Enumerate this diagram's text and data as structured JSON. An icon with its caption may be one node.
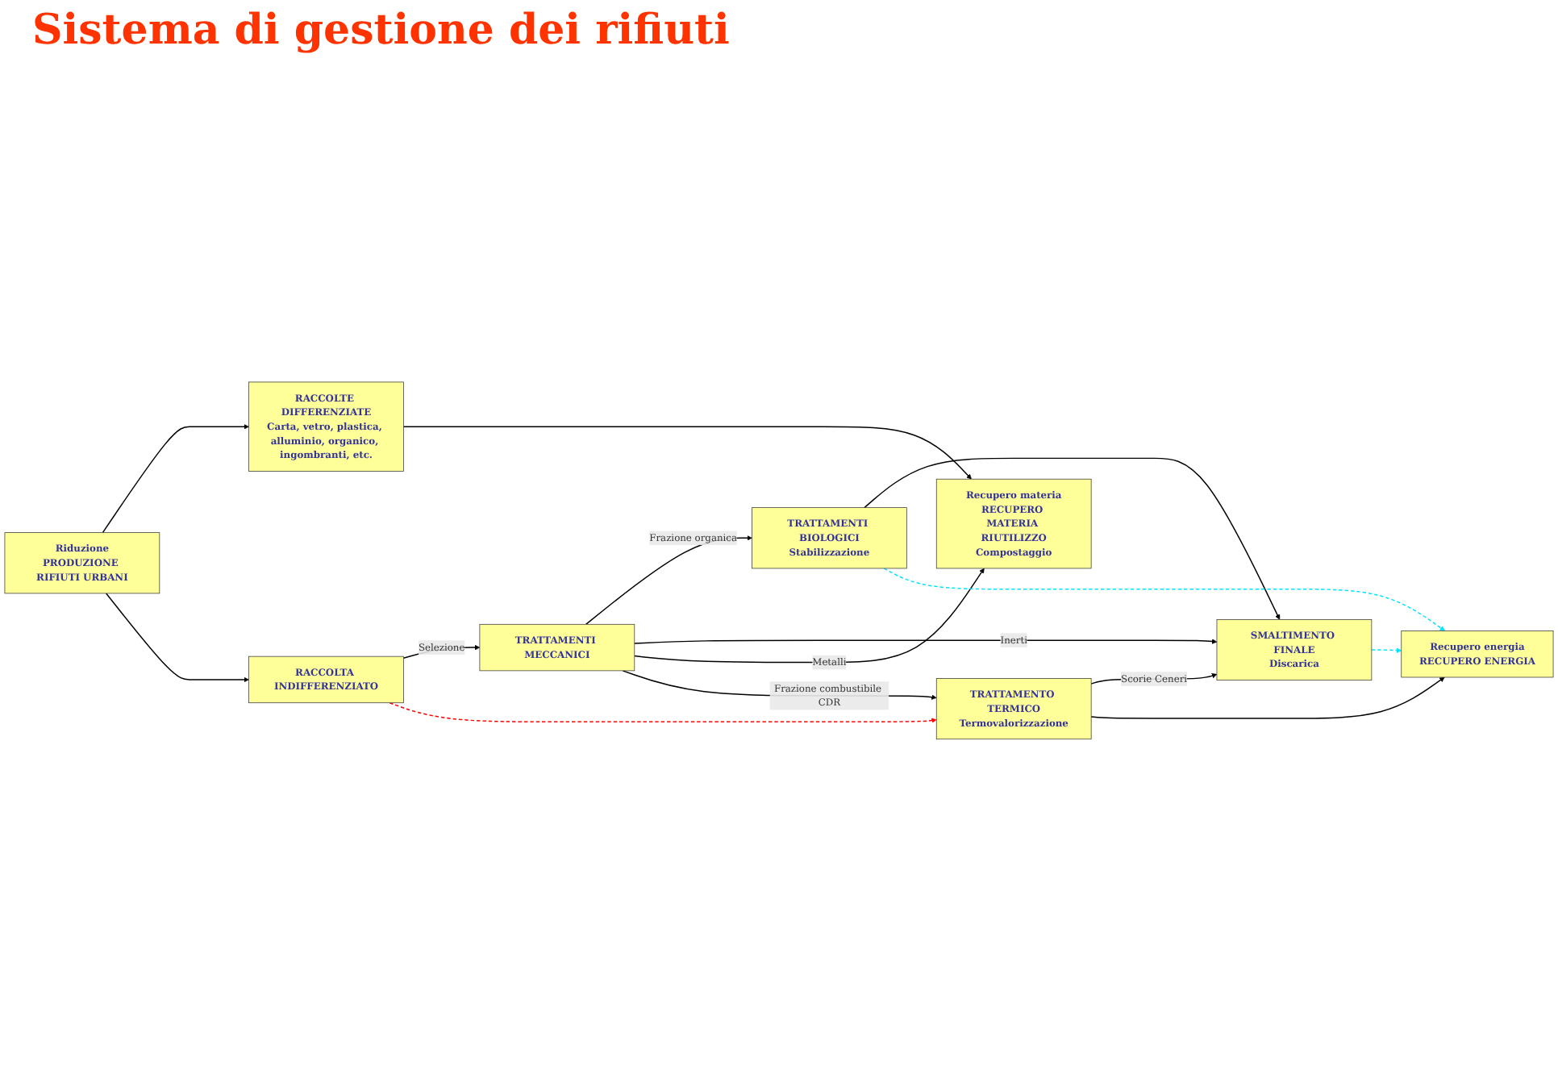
{
  "diagram": {
    "title": "Sistema di gestione dei rifiuti",
    "nodes": [
      {
        "text": [
          "Riduzione",
          "PRODUZIONE RIFIUTI URBANI"
        ]
      },
      {
        "text": [
          "RACCOLTE DIFFERENZIATE",
          "Carta, vetro, plastica, alluminio, organico, ingombranti, etc."
        ]
      },
      {
        "text": [
          "Recupero materia",
          "RECUPERO MATERIA RIUTILIZZO",
          "Compostaggio"
        ]
      },
      {
        "text": [
          "Recupero energia",
          "RECUPERO ENERGIA"
        ]
      },
      {
        "text": [
          "RACCOLTA INDIFFERENZIATO"
        ]
      },
      {
        "text": [
          "TRATTAMENTI BIOLOGICI",
          "Stabilizzazione"
        ]
      },
      {
        "text": [
          "TRATTAMENTI MECCANICI"
        ]
      },
      {
        "text": [
          "SMALTIMENTO FINALE",
          "Discarica"
        ]
      },
      {
        "text": [
          "TRATTAMENTO TERMICO",
          "Termovalorizzazione"
        ]
      }
    ],
    "edges": [
      {
        "from": 0,
        "to": 1,
        "arrow": "to"
      },
      {
        "from": 0,
        "to": 4,
        "arrow": "to"
      },
      {
        "from": 1,
        "to": 2,
        "arrow": "to"
      },
      {
        "from": 4,
        "to": 6,
        "arrow": "to",
        "label": "Selezione"
      },
      {
        "from": 6,
        "to": 5,
        "arrow": "to",
        "label": "Frazione organica"
      },
      {
        "from": 6,
        "to": 7,
        "arrow": "to",
        "label": "Inerti"
      },
      {
        "from": 6,
        "to": 2,
        "arrow": "to",
        "label": "Metalli"
      },
      {
        "from": 6,
        "to": 8,
        "arrow": "to",
        "label": "Frazione combustibile CDR"
      },
      {
        "from": 4,
        "to": 8,
        "arrow": "to",
        "style": "dashed",
        "color": "#ff0000"
      },
      {
        "from": 5,
        "to": 7,
        "arrow": "to"
      },
      {
        "from": 8,
        "to": 7,
        "arrow": "to",
        "label": "Scorie Ceneri"
      },
      {
        "from": 8,
        "to": 3,
        "arrow": "to"
      },
      {
        "from": 5,
        "to": 3,
        "arrow": "to",
        "style": "dashed",
        "color": "#00e5ff"
      },
      {
        "from": 7,
        "to": 3,
        "arrow": "to",
        "style": "dashed",
        "color": "#00e5ff"
      }
    ]
  }
}
